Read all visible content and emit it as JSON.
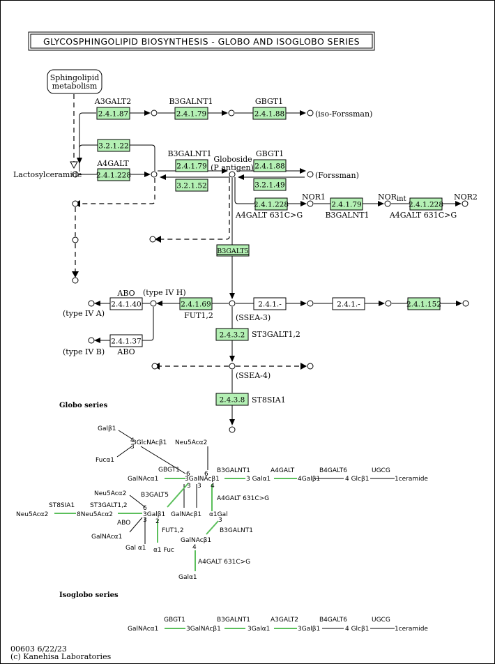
{
  "title": "GLYCOSPHINGOLIPID BIOSYNTHESIS - GLOBO AND ISOGLOBO SERIES",
  "colors": {
    "enzyme_present": "#b4f0b4",
    "enzyme_absent": "#ffffff",
    "link_green": "#5bbf5b",
    "border": "#000000"
  },
  "map_link": "Sphingolipid metabolism",
  "map_link_lines": [
    "Sphingolipid",
    "metabolism"
  ],
  "compounds": {
    "lactosylceramide": "Lactosylceramide",
    "iso_forssman": "(iso-Forssman)",
    "forssman": "(Forssman)",
    "globoside": "Globoside",
    "p_antigen": "(P antigen)",
    "nor1": "NOR1",
    "nor_int": "NOR",
    "nor_int_sub": "int",
    "nor2": "NOR2",
    "type_iv_h": "(type IV H)",
    "type_iv_a": "(type IV A)",
    "type_iv_b": "(type IV B)",
    "ssea3": "(SSEA-3)",
    "ssea4": "(SSEA-4)"
  },
  "genes": {
    "a3galt2": "A3GALT2",
    "b3galnt1_top": "B3GALNT1",
    "gbgt1_top": "GBGT1",
    "a4galt": "A4GALT",
    "b3galnt1_mid": "B3GALNT1",
    "gbgt1_mid": "GBGT1",
    "nor1_gene": "A4GALT 631C>G",
    "b3galnt1_nor": "B3GALNT1",
    "nor2_gene": "A4GALT 631C>G",
    "abo_a": "ABO",
    "fut12": "FUT1,2",
    "abo_b": "ABO",
    "st3galt12": "ST3GALT1,2",
    "st8sia1": "ST8SIA1"
  },
  "ec": {
    "e1": "2.4.1.87",
    "e2": "2.4.1.79",
    "e3": "2.4.1.88",
    "e4": "3.2.1.22",
    "e5": "2.4.1.228",
    "e6": "2.4.1.79",
    "e7": "3.2.1.52",
    "e8": "2.4.1.88",
    "e9": "3.2.1.49",
    "e10": "2.4.1.228",
    "e11": "2.4.1.79",
    "e12": "2.4.1.228",
    "e13": "B3GALT5",
    "e14": "2.4.1.40",
    "e15": "2.4.1.69",
    "e16": "2.4.1.-",
    "e17": "2.4.1.-",
    "e18": "2.4.1.152",
    "e19": "2.4.1.37",
    "e20": "2.4.3.2",
    "e21": "2.4.3.8"
  },
  "globo": {
    "heading": "Globo series",
    "gal_b1": "Galβ1",
    "glcnac": "3GlcNAcβ1",
    "glcnac_pos": "4",
    "fuc_a1": "Fucα1",
    "fuc_pos": "3",
    "neu5ac_top": "Neu5Acα2",
    "gbgt1": "GBGT1",
    "pos6a": "6",
    "pos6b": "6",
    "b3galnt1": "B3GALNT1",
    "a4galt": "A4GALT",
    "b4galt6": "B4GALT6",
    "ugcg": "UGCG",
    "galnac_a1": "GalNAcα1",
    "galnac_chain": "3GalNAcβ1",
    "gal_a1": "3 Galα1",
    "gal_b1_2": "4Galβ1",
    "glc_b1": "4 Glcβ1",
    "ceramide": "1ceramide",
    "neu5ac_mid": "Neu5Acα2",
    "b3galt5": "B3GALT5",
    "pos3a": "3",
    "pos3b": "3",
    "pos4": "4",
    "a4galt_631": "A4GALT 631C>G",
    "st8sia1": "ST8SIA1",
    "st3galt12": "ST3GALT1,2",
    "pos6c": "6",
    "neu5ac_left": "Neu5Acα2",
    "neu5ac_8": "8Neu5Acα2",
    "gal_b1_3": "3Galβ1",
    "galnac_b1": "GalNAcβ1",
    "a1gal": "α1Gal",
    "abo": "ABO",
    "pos3c": "3",
    "pos2": "2",
    "pos3d": "3",
    "galnac_a1_2": "GalNAcα1",
    "fut12": "FUT1,2",
    "b3galnt1_2": "B3GALNT1",
    "gal_a1_2": "Gal α1",
    "a1fuc": "α1 Fuc",
    "galnac_b1_2": "GalNAcβ1",
    "pos4b": "4",
    "a4galt_631_2": "A4GALT 631C>G",
    "gal_a1_bottom": "Galα1"
  },
  "isoglobo": {
    "heading": "Isoglobo series",
    "gbgt1": "GBGT1",
    "b3galnt1": "B3GALNT1",
    "a3galt2": "A3GALT2",
    "b4galt6": "B4GALT6",
    "ugcg": "UGCG",
    "galnac_a1": "GalNAcα1",
    "galnac_b1": "3GalNAcβ1",
    "gal_a1": "3Galα1",
    "gal_b1": "3Galβ1",
    "glc_b1": "4 Glcβ1",
    "ceramide": "1ceramide"
  },
  "footer": {
    "map_id": "00603 6/22/23",
    "copyright": "(c) Kanehisa Laboratories"
  }
}
